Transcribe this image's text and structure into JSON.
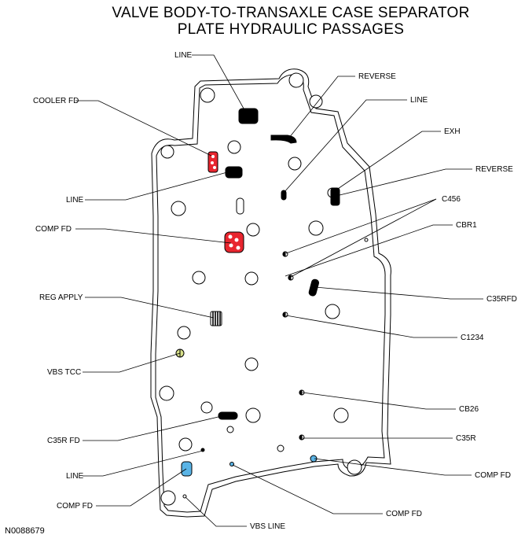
{
  "title": {
    "line1": "VALVE BODY-TO-TRANSAXLE CASE SEPARATOR",
    "line2": "PLATE HYDRAULIC PASSAGES"
  },
  "figure_id": "N0088679",
  "callouts": {
    "line_top": "LINE",
    "reverse_top": "REVERSE",
    "line_upper_right": "LINE",
    "cooler_fd": "COOLER FD",
    "exh": "EXH",
    "reverse_right": "REVERSE",
    "line_left": "LINE",
    "c456": "C456",
    "cbr1": "CBR1",
    "comp_fd_left": "COMP FD",
    "reg_apply": "REG APPLY",
    "c35rfd": "C35RFD",
    "c1234": "C1234",
    "vbs_tcc": "VBS TCC",
    "cb26": "CB26",
    "c35r_fd": "C35R FD",
    "c35r": "C35R",
    "line_bottom": "LINE",
    "comp_fd_bottom_right": "COMP FD",
    "comp_fd_bottom_left": "COMP FD",
    "comp_fd_bottom_center": "COMP FD",
    "vbs_line": "VBS LINE"
  },
  "colors": {
    "outline": "#000000",
    "passage_fill": "#000000",
    "cooler_red": "#e8262f",
    "tcc_yellow": "#d7e08a",
    "comp_blue": "#5ab4e6"
  }
}
